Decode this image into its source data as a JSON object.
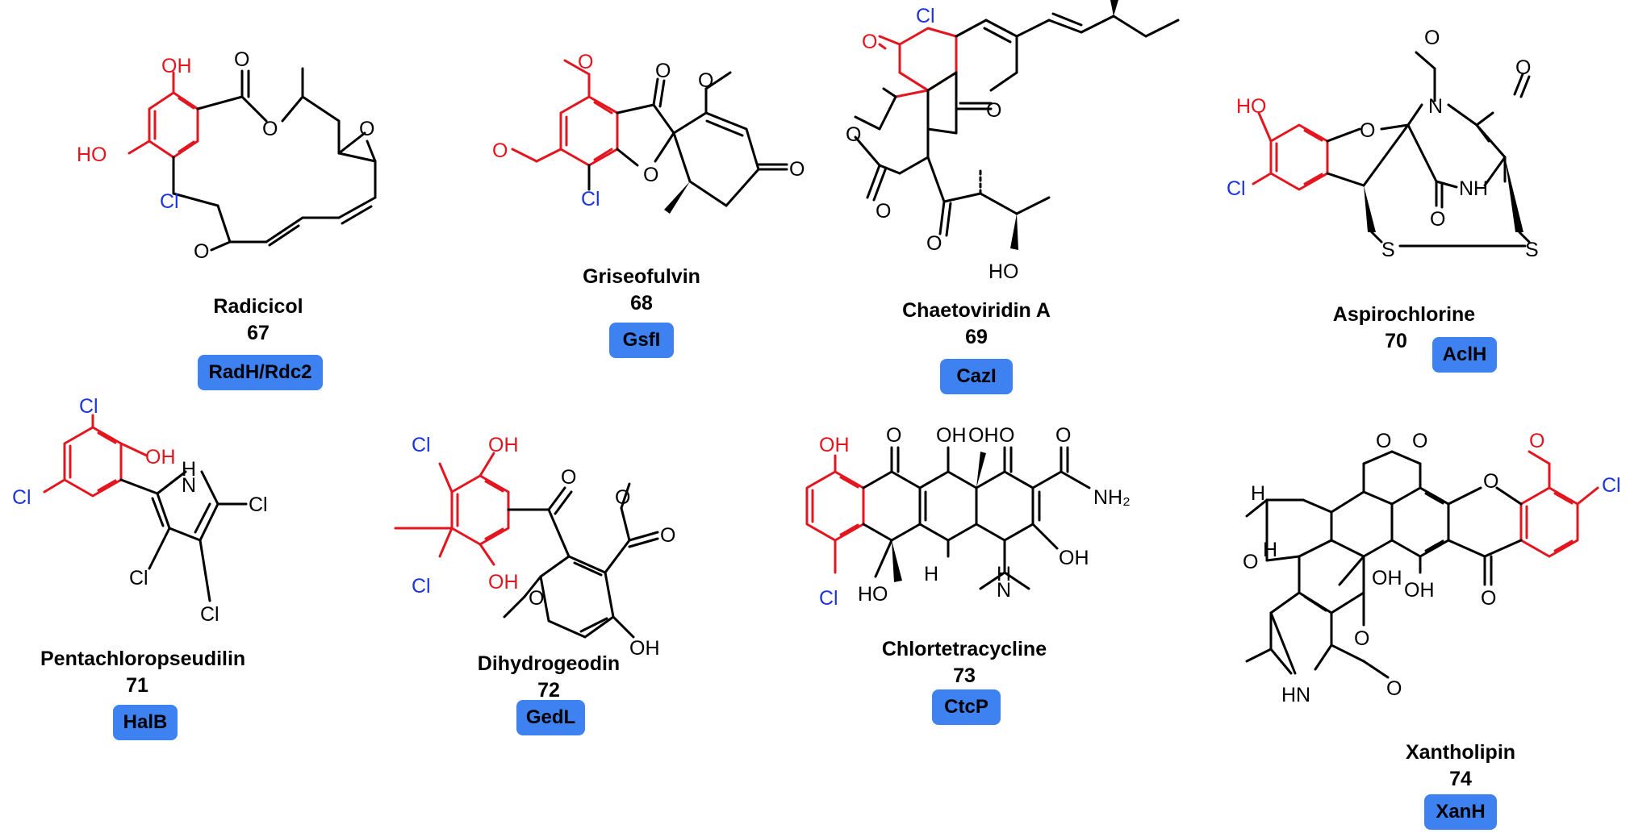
{
  "compounds": [
    {
      "name": "Radicicol",
      "number": "67",
      "enzyme": "RadH/Rdc2"
    },
    {
      "name": "Griseofulvin",
      "number": "68",
      "enzyme": "GsfI"
    },
    {
      "name": "Chaetoviridin A",
      "number": "69",
      "enzyme": "CazI"
    },
    {
      "name": "Aspirochlorine",
      "number": "70",
      "enzyme": "AclH"
    },
    {
      "name": "Pentachloropseudilin",
      "number": "71",
      "enzyme": "HalB"
    },
    {
      "name": "Dihydrogeodin",
      "number": "72",
      "enzyme": "GedL"
    },
    {
      "name": "Chlortetracycline",
      "number": "73",
      "enzyme": "CtcP"
    },
    {
      "name": "Xantholipin",
      "number": "74",
      "enzyme": "XanH"
    }
  ],
  "atoms": {
    "oh": "OH",
    "ho": "HO",
    "o": "O",
    "cl": "Cl",
    "nh": "NH",
    "hn": "HN",
    "n": "N",
    "h": "H",
    "s": "S",
    "nh2": "NH₂"
  },
  "colors": {
    "aromatic_ring": "#e3161f",
    "chlorine": "#1c33e0",
    "badge": "#3d82f0",
    "bond": "#000000"
  }
}
